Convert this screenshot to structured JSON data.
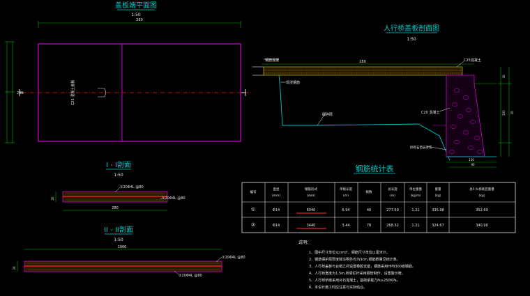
{
  "plan_view": {
    "title": "盖板端平面图",
    "scale": "1:50",
    "top_dim": "280",
    "side_dim": "245",
    "center_label": "C25 混凝土盖板"
  },
  "section_1": {
    "title": "I - I剖面",
    "scale": "1:50",
    "callout_top": "①20Φ4L @80",
    "callout_bottom": "②20Φ4L @80",
    "left_dim": "20",
    "bottom_dim": "280"
  },
  "section_2": {
    "title": "II - II剖面",
    "scale": "1:50",
    "callout_top": "①20Φ4L @80",
    "callout_bottom": "②20Φ4L @80",
    "left_dim": "20",
    "bottom_dim": "1900"
  },
  "bridge_section": {
    "title": "人行桥盖板剖面图",
    "scale": "1:50",
    "label_deck": "C25混凝土",
    "label_left_top": "钢筋混凝",
    "label_left_mid": "现浇钢筋",
    "label_mid": "碾碎砾",
    "label_right_mid": "C20 混凝土",
    "label_right_bottom": "砂砾石垫层夯实",
    "top_dim": "280",
    "bottom_dim": "120",
    "bottom_dim2": "90",
    "right_dim_top": "30",
    "right_dim_mid": "205",
    "right_dim_bottom": "35"
  },
  "rebar_table": {
    "title": "钢筋统计表",
    "headers": [
      "编号",
      "直径\n(mm)",
      "钢筋形式\n(mm)",
      "单根长度\n(m)",
      "根数",
      "总长度\n(m)",
      "单位重量\n(kg/m)",
      "重量\n(kg)",
      "总5.%损耗后重量\n(kg)"
    ],
    "rows": [
      {
        "id": "①",
        "dia": "Φ14",
        "shape": "6940",
        "unit_len": "6.94",
        "count": "40",
        "total_len": "277.60",
        "unit_wt": "1.21",
        "wt": "335.98",
        "total_wt": "352.69"
      },
      {
        "id": "②",
        "dia": "Φ14",
        "shape": "3440",
        "unit_len": "3.44",
        "count": "78",
        "total_len": "268.32",
        "unit_wt": "1.21",
        "wt": "324.67",
        "total_wt": "340.90"
      }
    ]
  },
  "notes": {
    "heading": "说明：",
    "items": [
      "1、图中尺寸单位以cm计，钢筋尺寸单位以毫米计。",
      "2、钢筋保护层厚度除注明外均为3cm,钢筋数量见统计表。",
      "3、人行桥盖板与台帽之间设置橡胶支座，钢筋采用HPB300级钢筋。",
      "4、人行桥宽度为1.5m,桥梁栏杆采用钢管制作，设置警示牌。",
      "5、人行桥桥墩采用片石混凝土，基础承载力fk≥250KPa。",
      "6、本设计施工时应注意与实际结合。"
    ]
  },
  "colors": {
    "background": "#000000",
    "magenta": "#d400d4",
    "cyan": "#00c8c8",
    "yellow": "#d8d800",
    "red": "#e02020",
    "white": "#e8e8e8",
    "green": "#00b400"
  }
}
